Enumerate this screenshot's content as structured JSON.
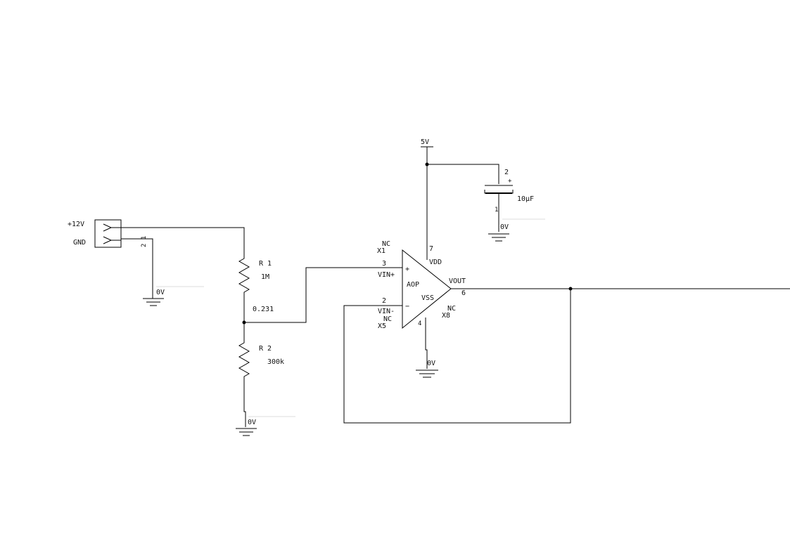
{
  "connector": {
    "pin_positive_label": "+12V",
    "pin_ground_label": "GND",
    "pin_numbers": "2 1"
  },
  "resistors": [
    {
      "ref": "R 1",
      "value": "1M"
    },
    {
      "ref": "R 2",
      "value": "300k"
    }
  ],
  "divider_node_label": "0.231",
  "capacitor": {
    "value": "10µF",
    "pin_top": "2",
    "pin_bottom": "1",
    "polarity": "+"
  },
  "supply_label": "5V",
  "ground_labels": {
    "connector": "0V",
    "r2": "0V",
    "capacitor": "0V",
    "opamp": "0V"
  },
  "opamp": {
    "name": "AOP",
    "pin_vdd_number": "7",
    "pin_vdd_label": "VDD",
    "pin_inplus_number": "3",
    "pin_inplus_label": "VIN+",
    "pin_inminus_number": "2",
    "pin_inminus_label": "VIN-",
    "pin_vss_label": "VSS",
    "pin_vss_number": "4",
    "pin_out_label": "VOUT",
    "pin_out_number": "6",
    "plus_sign": "+",
    "minus_sign": "−",
    "nc_labels": [
      {
        "nc": "NC",
        "ref": "X1"
      },
      {
        "nc": "NC",
        "ref": "X5"
      },
      {
        "nc": "NC",
        "ref": "X8"
      }
    ]
  }
}
